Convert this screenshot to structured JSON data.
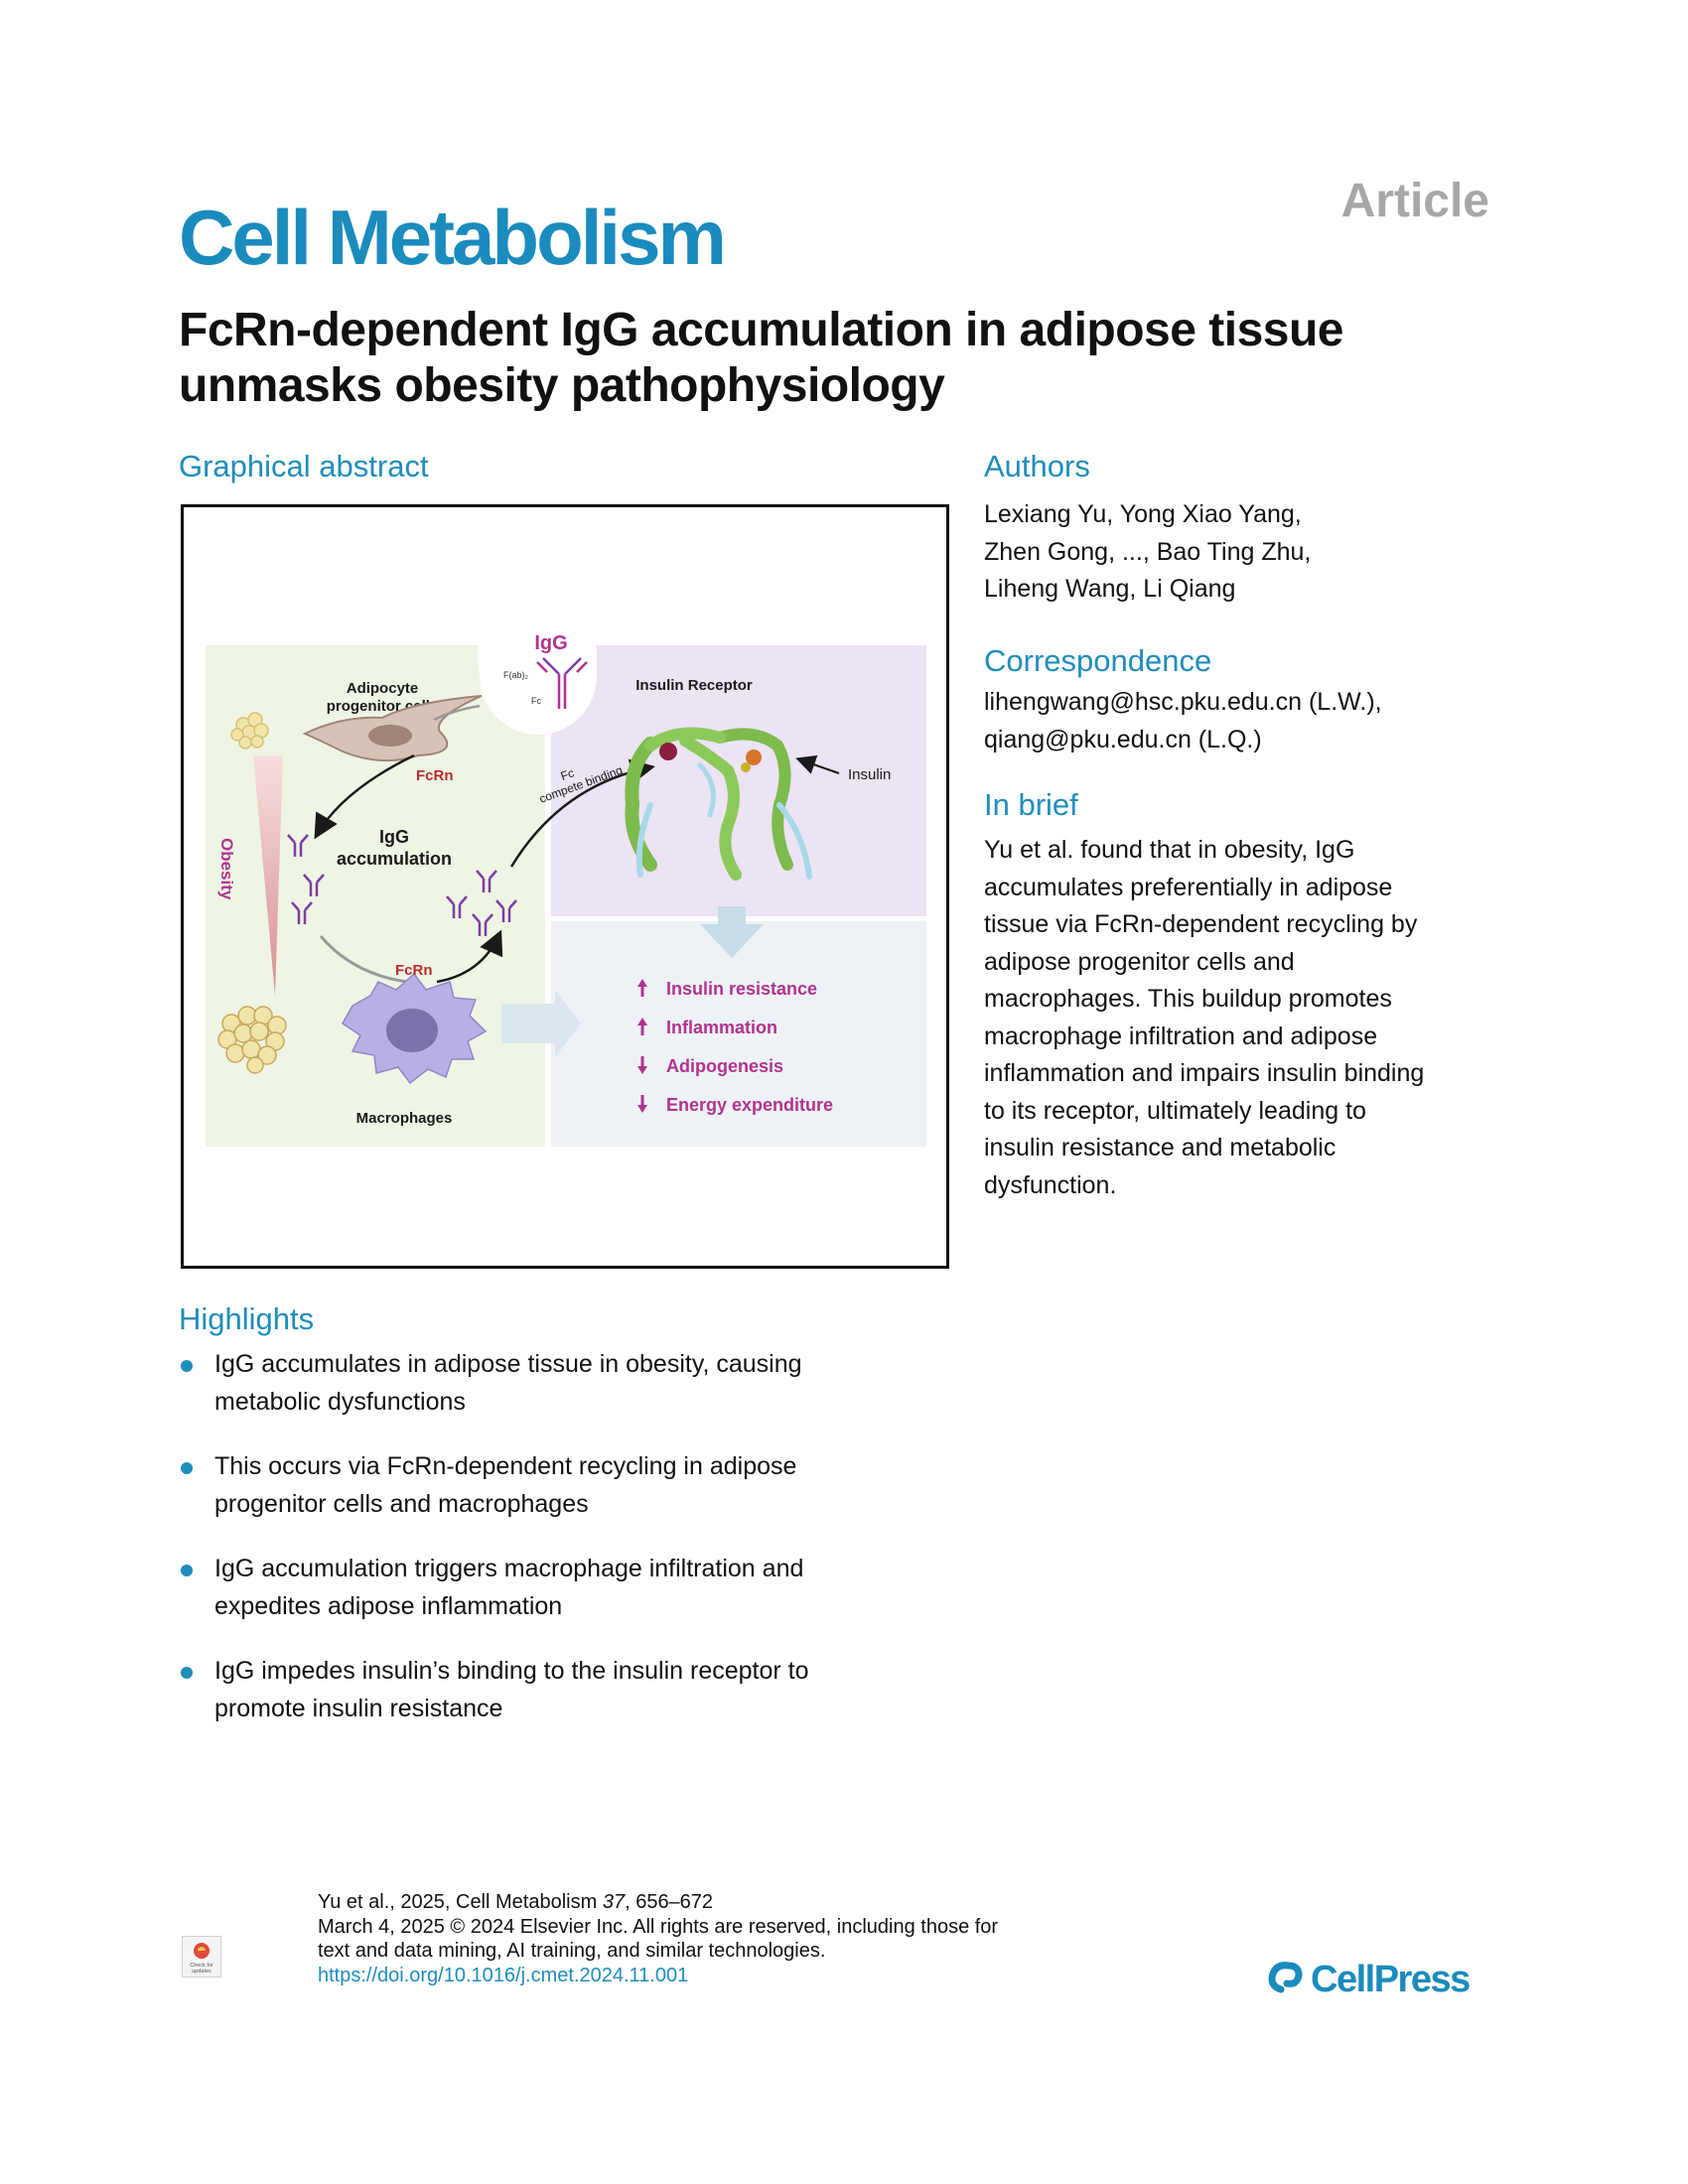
{
  "header": {
    "article_type": "Article",
    "journal": "Cell Metabolism",
    "title": "FcRn-dependent IgG accumulation in adipose tissue unmasks obesity pathophysiology"
  },
  "graphical_abstract": {
    "heading": "Graphical abstract",
    "labels": {
      "igg": "IgG",
      "fab": "F(ab)₂",
      "fc": "Fc",
      "progenitor_line1": "Adipocyte",
      "progenitor_line2": "progenitor cells",
      "fcrn_top": "FcRn",
      "fcrn_bottom": "FcRn",
      "accum_line1": "IgG",
      "accum_line2": "accumulation",
      "obesity": "Obesity",
      "macrophages": "Macrophages",
      "fc_compete_line1": "Fc",
      "fc_compete_line2": "compete binding",
      "insulin_receptor": "Insulin Receptor",
      "insulin": "Insulin"
    },
    "effects": [
      {
        "direction": "up",
        "label": "Insulin resistance"
      },
      {
        "direction": "up",
        "label": "Inflammation"
      },
      {
        "direction": "down",
        "label": "Adipogenesis"
      },
      {
        "direction": "down",
        "label": "Energy expenditure"
      }
    ],
    "colors": {
      "magenta": "#b0338f",
      "dark_red": "#b82c2c",
      "left_panel": "#eef5e4",
      "right_top_panel": "#ece3f3",
      "right_bottom_panel": "#eef2f7",
      "macrophage": "#b8b0e3"
    }
  },
  "authors": {
    "heading": "Authors",
    "lines": [
      "Lexiang Yu, Yong Xiao Yang,",
      "Zhen Gong, ..., Bao Ting Zhu,",
      "Liheng Wang, Li Qiang"
    ]
  },
  "correspondence": {
    "heading": "Correspondence",
    "lines": [
      "lihengwang@hsc.pku.edu.cn (L.W.),",
      "qiang@pku.edu.cn (L.Q.)"
    ]
  },
  "in_brief": {
    "heading": "In brief",
    "lines": [
      "Yu et al. found that in obesity, IgG",
      "accumulates preferentially in adipose",
      "tissue via FcRn-dependent recycling by",
      "adipose progenitor cells and",
      "macrophages. This buildup promotes",
      "macrophage infiltration and adipose",
      "inflammation and impairs insulin binding",
      "to its receptor, ultimately leading to",
      "insulin resistance and metabolic",
      "dysfunction."
    ]
  },
  "highlights": {
    "heading": "Highlights",
    "items": [
      {
        "line1": "IgG accumulates in adipose tissue in obesity, causing",
        "line2": "metabolic dysfunctions"
      },
      {
        "line1": "This occurs via FcRn-dependent recycling in adipose",
        "line2": "progenitor cells and macrophages"
      },
      {
        "line1": "IgG accumulation triggers macrophage infiltration and",
        "line2": "expedites adipose inflammation"
      },
      {
        "line1": "IgG impedes insulin’s binding to the insulin receptor to",
        "line2": "promote insulin resistance"
      }
    ]
  },
  "footer": {
    "citation_prefix": "Yu et al., 2025, Cell Metabolism ",
    "citation_volume": "37",
    "citation_pages": ", 656–672",
    "line2": "March 4, 2025 © 2024 Elsevier Inc. All rights are reserved, including those for",
    "line3": "text and data mining, AI training, and similar technologies.",
    "doi": "https://doi.org/10.1016/j.cmet.2024.11.001",
    "check_updates_line1": "Check for",
    "check_updates_line2": "updates",
    "publisher": "CellPress"
  }
}
